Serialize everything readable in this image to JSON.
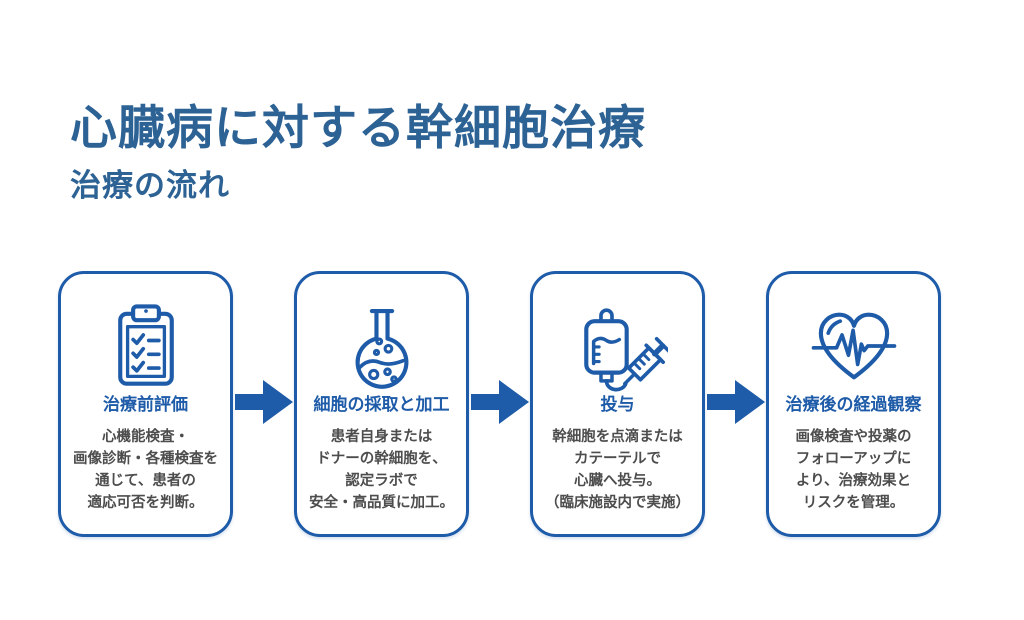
{
  "page": {
    "title": "心臓病に対する幹細胞治療",
    "subtitle": "治療の流れ"
  },
  "colors": {
    "primary": "#1e5ba8",
    "heading": "#2d6295",
    "body-text": "#4d4d4d"
  },
  "steps": [
    {
      "icon": "clipboard-checklist-icon",
      "title": "治療前評価",
      "body": "心機能検査・\n画像診断・各種検査を\n通じて、患者の\n適応可否を判断。"
    },
    {
      "icon": "flask-icon",
      "title": "細胞の採取と加工",
      "body": "患者自身または\nドナーの幹細胞を、\n認定ラボで\n安全・高品質に加工。"
    },
    {
      "icon": "iv-drip-syringe-icon",
      "title": "投与",
      "body": "幹細胞を点滴または\nカテーテルで\n心臓へ投与。\n（臨床施設内で実施）"
    },
    {
      "icon": "heart-pulse-icon",
      "title": "治療後の経過観察",
      "body": "画像検査や投薬の\nフォローアップに\nより、治療効果と\nリスクを管理。"
    }
  ]
}
